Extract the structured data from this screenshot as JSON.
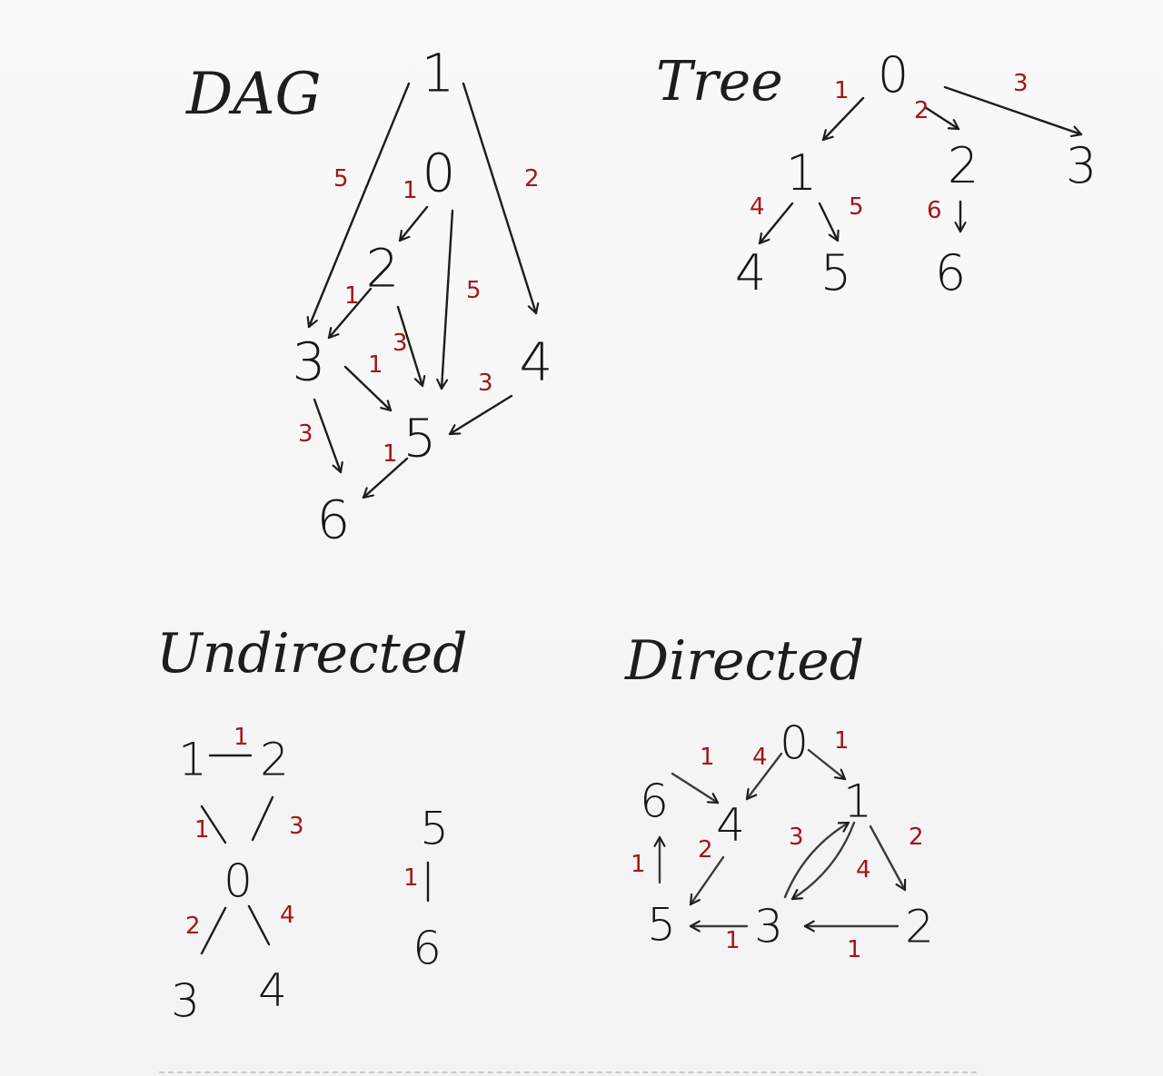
{
  "colors": {
    "ink": "#1b1b1b",
    "weight": "#a3161a"
  },
  "graphs": [
    {
      "id": "dag",
      "title": "DAG",
      "nodes": [
        "1",
        "0",
        "2",
        "3",
        "4",
        "5",
        "6"
      ],
      "edges": [
        {
          "from": "1",
          "to": "3",
          "weight": "5"
        },
        {
          "from": "1",
          "to": "4",
          "weight": "2"
        },
        {
          "from": "0",
          "to": "2",
          "weight": "1"
        },
        {
          "from": "0",
          "to": "5",
          "weight": "5"
        },
        {
          "from": "2",
          "to": "3",
          "weight": "1"
        },
        {
          "from": "2",
          "to": "5",
          "weight": "3"
        },
        {
          "from": "3",
          "to": "5",
          "weight": "1"
        },
        {
          "from": "4",
          "to": "5",
          "weight": "3"
        },
        {
          "from": "3",
          "to": "6",
          "weight": "3"
        },
        {
          "from": "5",
          "to": "6",
          "weight": "1"
        }
      ]
    },
    {
      "id": "tree",
      "title": "Tree",
      "nodes": [
        "0",
        "1",
        "2",
        "3",
        "4",
        "5",
        "6"
      ],
      "edges": [
        {
          "from": "0",
          "to": "1",
          "weight": "1"
        },
        {
          "from": "0",
          "to": "2",
          "weight": "2"
        },
        {
          "from": "0",
          "to": "3",
          "weight": "3"
        },
        {
          "from": "1",
          "to": "4",
          "weight": "4"
        },
        {
          "from": "1",
          "to": "5",
          "weight": "5"
        },
        {
          "from": "2",
          "to": "6",
          "weight": "6"
        }
      ]
    },
    {
      "id": "undirected",
      "title": "Undirected",
      "nodes": [
        "1",
        "2",
        "0",
        "3",
        "4",
        "5",
        "6"
      ],
      "edges": [
        {
          "from": "1",
          "to": "2",
          "weight": "1"
        },
        {
          "from": "1",
          "to": "0",
          "weight": "1"
        },
        {
          "from": "2",
          "to": "0",
          "weight": "3"
        },
        {
          "from": "0",
          "to": "3",
          "weight": "2"
        },
        {
          "from": "0",
          "to": "4",
          "weight": "4"
        },
        {
          "from": "5",
          "to": "6",
          "weight": "1"
        }
      ]
    },
    {
      "id": "directed",
      "title": "Directed",
      "nodes": [
        "0",
        "1",
        "2",
        "3",
        "4",
        "5",
        "6"
      ],
      "edges": [
        {
          "from": "0",
          "to": "4",
          "weight": "4"
        },
        {
          "from": "0",
          "to": "1",
          "weight": "1"
        },
        {
          "from": "6",
          "to": "4",
          "weight": "1"
        },
        {
          "from": "4",
          "to": "5",
          "weight": "2"
        },
        {
          "from": "5",
          "to": "6",
          "weight": "1"
        },
        {
          "from": "1",
          "to": "2",
          "weight": "2"
        },
        {
          "from": "3",
          "to": "1",
          "weight": "3"
        },
        {
          "from": "1",
          "to": "3",
          "weight": "4"
        },
        {
          "from": "2",
          "to": "3",
          "weight": "1"
        },
        {
          "from": "3",
          "to": "5",
          "weight": "1"
        }
      ]
    }
  ]
}
